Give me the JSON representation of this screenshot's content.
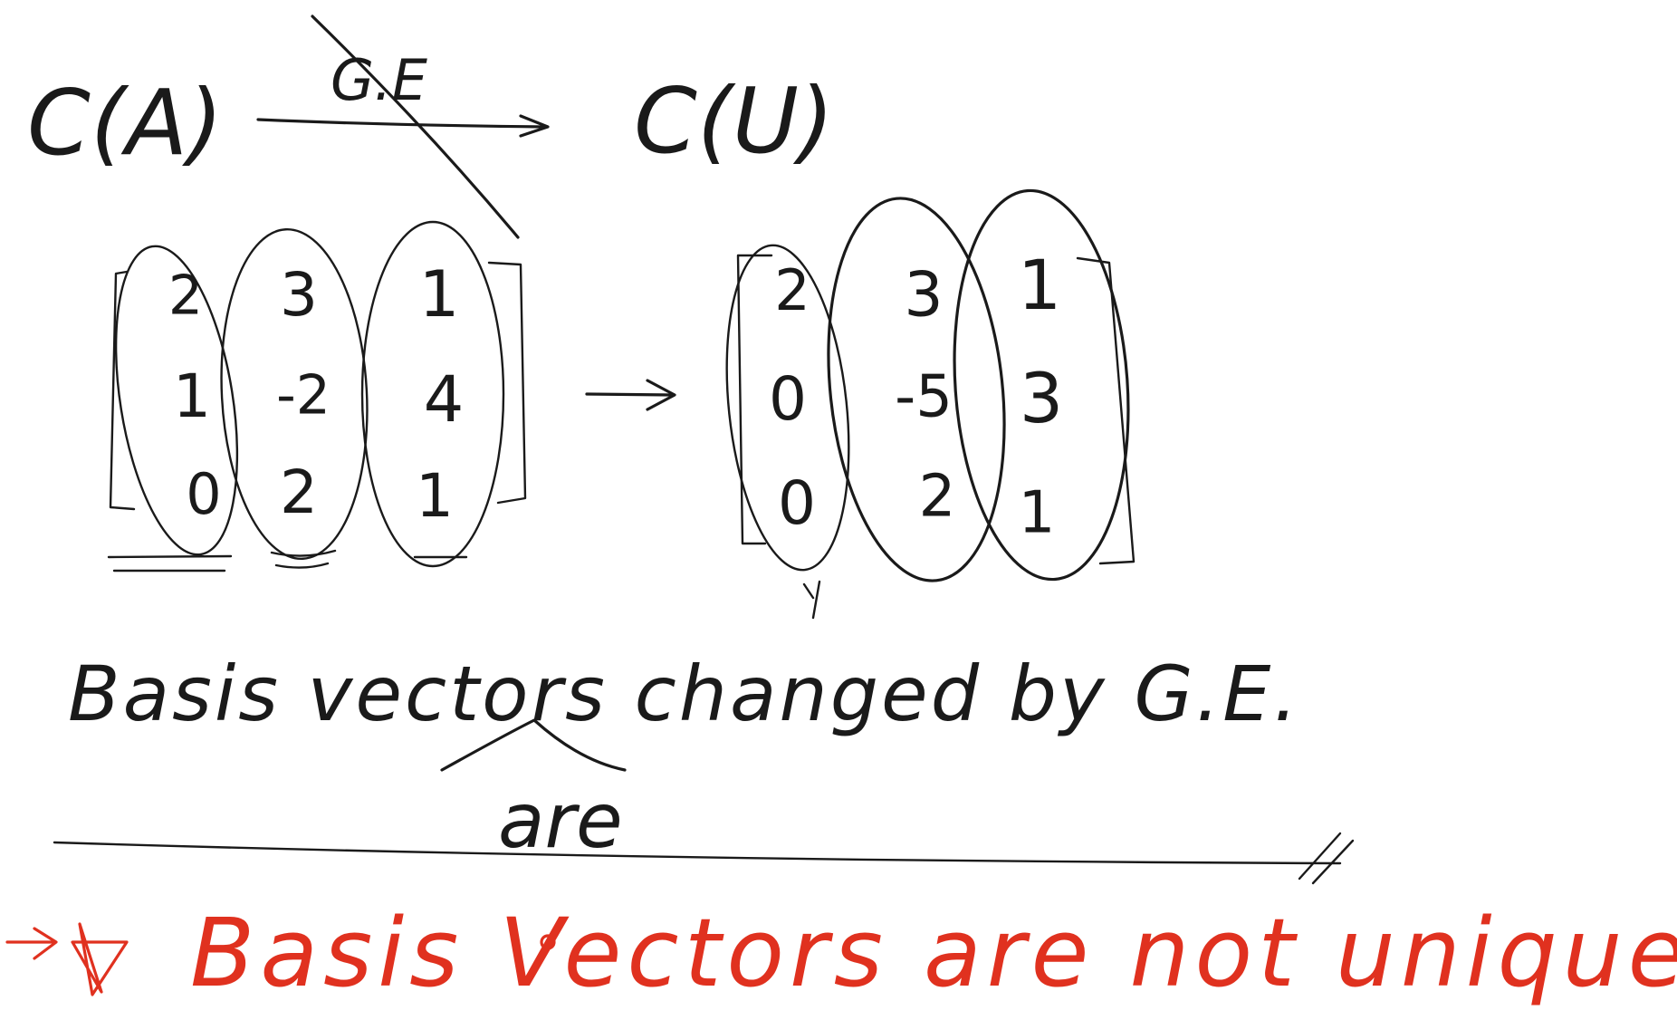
{
  "top_line": {
    "left_label": "C(A)",
    "arrow_label": "G.E",
    "right_label": "C(U)"
  },
  "matrix_A": {
    "rows": [
      [
        "2",
        "3",
        "1"
      ],
      [
        "1",
        "-2",
        "4"
      ],
      [
        "0",
        "2",
        "1"
      ]
    ]
  },
  "matrix_U": {
    "rows": [
      [
        "2",
        "3",
        "1"
      ],
      [
        "0",
        "-5",
        "3"
      ],
      [
        "0",
        "2",
        "1"
      ]
    ]
  },
  "note": {
    "sentence": "Basis vectors changed by G.E.",
    "insertion": "are"
  },
  "conclusion": {
    "text": "Basis Vectors are not unique!"
  },
  "colors": {
    "ink": "#1a1a1a",
    "red_ink": "#e0311f",
    "background": "#ffffff"
  }
}
